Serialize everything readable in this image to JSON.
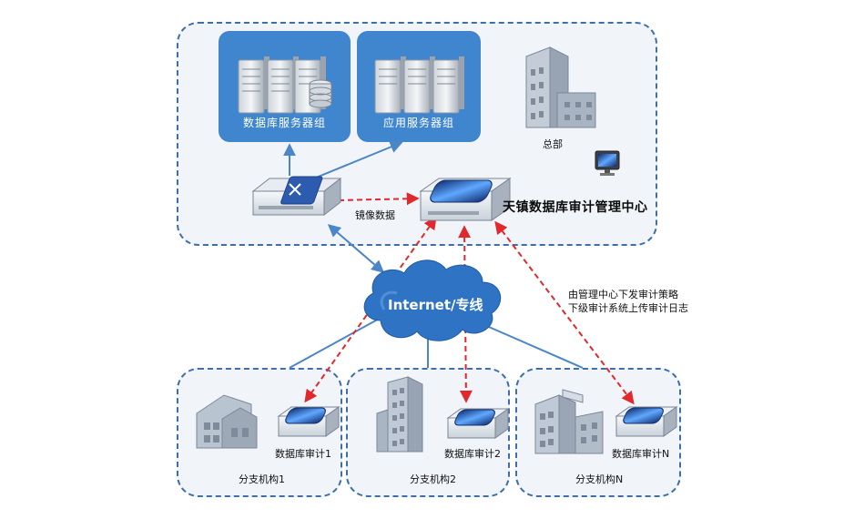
{
  "headquarters": {
    "db_server_group": "数据库服务器组",
    "app_server_group": "应用服务器组",
    "hq_label": "总部",
    "mirror_label": "镜像数据",
    "mgmt_center": "天镇数据库审计管理中心"
  },
  "network": {
    "cloud_label": "Internet/专线",
    "policy_note_line1": "由管理中心下发审计策略",
    "policy_note_line2": "下级审计系统上传审计日志"
  },
  "branches": [
    {
      "name": "分支机构1",
      "audit": "数据库审计1"
    },
    {
      "name": "分支机构2",
      "audit": "数据库审计2"
    },
    {
      "name": "分支机构N",
      "audit": "数据库审计N"
    }
  ],
  "colors": {
    "region_border": "#3f6fa8",
    "group_fill": "#3f86cf",
    "link_blue": "#4a86c8",
    "dashed_red": "#e0282d",
    "cloud": "#2f73c4"
  }
}
